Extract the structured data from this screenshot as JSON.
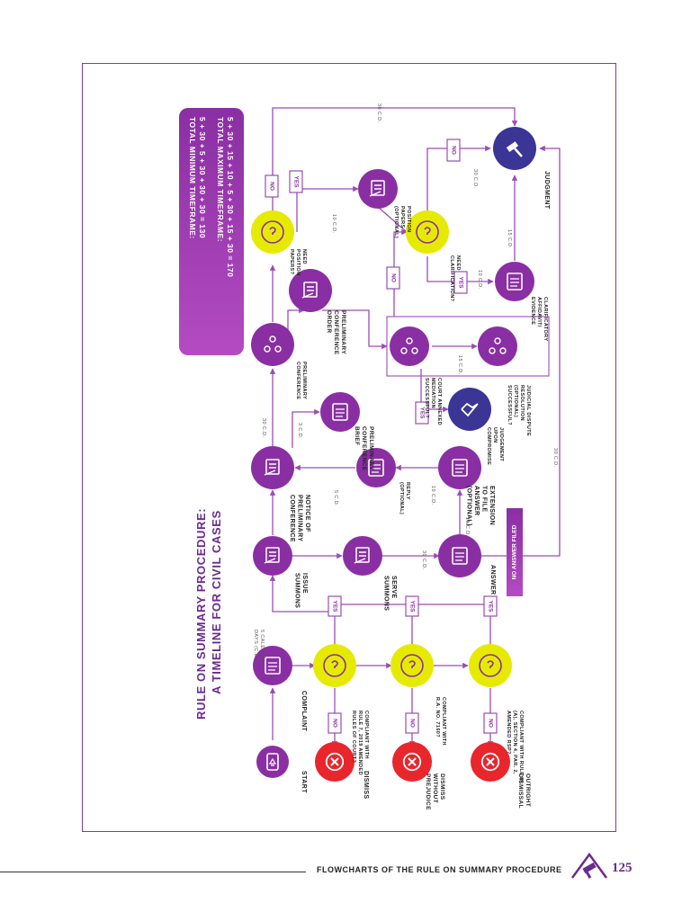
{
  "title": {
    "line1": "RULE ON SUMMARY PROCEDURE:",
    "line2": "A TIMELINE FOR CIVIL CASES"
  },
  "timeframe": {
    "min_label": "TOTAL MINIMUM TIMEFRAME:",
    "min_formula": "5 + 30 + 5 + 30 + 30 + 30 = 130",
    "max_label": "TOTAL MAXIMUM TIMEFRAME:",
    "max_formula": "5 + 30 + 15 + 10 + 5 + 30 + 15 + 30 = 170"
  },
  "nodes": {
    "start": [
      "START"
    ],
    "complaint": [
      "COMPLAINT"
    ],
    "dismiss": [
      "DISMISS"
    ],
    "dismiss_without_prejudice": [
      "DISMISS",
      "WITHOUT",
      "PREJUDICE"
    ],
    "outright_dismissal": [
      "OUTRIGHT",
      "DISMISSAL"
    ],
    "compliant_rule7": [
      "COMPLIANT WITH",
      "RULE 7, 2019 AMENDED",
      "RULES OF COURT?"
    ],
    "compliant_ra": [
      "COMPLIANT WITH",
      "R.A. NO. 7160?"
    ],
    "compliant_rule3": [
      "COMPLIANT WITH RULE III",
      "(A), SECTION 4, PAR. 2,",
      "AMENDED RSP?"
    ],
    "issue_summons": [
      "ISSUE",
      "SUMMONS"
    ],
    "serve_summons": [
      "SERVE",
      "SUMMONS"
    ],
    "answer": [
      "ANSWER"
    ],
    "no_answer_filed": "NO ANSWER FILED",
    "notice_preliminary": [
      "NOTICE OF",
      "PRELIMINARY",
      "CONFERENCE"
    ],
    "reply": [
      "REPLY",
      "(OPTIONAL)"
    ],
    "extension": [
      "EXTENSION",
      "TO FILE",
      "ANSWER",
      "(OPTIONAL)"
    ],
    "preliminary_brief": [
      "PRELIMINARY",
      "CONFERENCE",
      "BRIEF"
    ],
    "judgement_compromise": [
      "JUDGEMENT",
      "UPON",
      "COMPROMISE"
    ],
    "preliminary_conference": [
      "PRELIMINARY",
      "CONFERENCE"
    ],
    "court_annexed": [
      "COURT ANNEXED",
      "MEDIATION",
      "SUCCESSFUL?"
    ],
    "judicial_dispute": [
      "JUDICIAL DISPUTE",
      "RESOLUTION",
      "(OPTIONAL)",
      "SUCCESSFUL?"
    ],
    "preliminary_order": [
      "PRELIMINARY",
      "CONFERENCE",
      "ORDER"
    ],
    "need_position": [
      "NEED",
      "POSITION",
      "PAPERS?"
    ],
    "need_clarification": [
      "NEED",
      "CLARIFICATION?"
    ],
    "position_papers": [
      "POSITION",
      "PAPERS",
      "(OPTIONAL)"
    ],
    "clarificatory": [
      "CLARIFICATORY",
      "AFFIDAVIT/",
      "EVIDENCE"
    ],
    "judgment": [
      "JUDGMENT"
    ]
  },
  "edge_labels": {
    "yes": "YES",
    "no": "NO",
    "five_calendar_days": [
      "5 CALENDAR",
      "DAYS (C.D.)"
    ],
    "d30": "30 C.D.",
    "d15": "15 C.D.",
    "d10": "10 C.D.",
    "d5": "5 C.D.",
    "d3": "3 C.D."
  },
  "footer": {
    "text": "FLOWCHARTS OF THE RULE ON SUMMARY PROCEDURE",
    "page": "125"
  },
  "colors": {
    "purple": "#8a2fa3",
    "yellow": "#e6ea00",
    "red": "#e8262c",
    "navy": "#3b3596",
    "line": "#9a4db5",
    "frame": "#7a3ea0"
  }
}
